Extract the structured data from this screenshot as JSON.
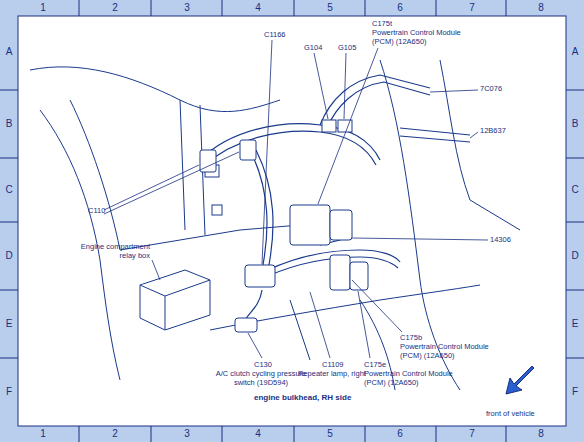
{
  "diagram": {
    "caption": "engine bulkhead, RH side",
    "labels": [
      "1",
      "2",
      "3",
      "4",
      "5",
      "6",
      "7",
      "8",
      "1",
      "2",
      "3",
      "4",
      "5",
      "6",
      "7",
      "8",
      "A",
      "B",
      "C",
      "D",
      "E",
      "F",
      "A",
      "B",
      "C",
      "D",
      "E",
      "F",
      "C1166",
      "G104",
      "G105",
      "C175t",
      "Powertrain Control Module (PCM) (12A650)",
      "7C076",
      "12B637",
      "C110",
      "14306",
      "Engine compartment relay box",
      "C175b",
      "Powertrain Control Module (PCM) (12A650)",
      "C130",
      "A/C clutch cycling pressure switch (19D594)",
      "C1109",
      "Repeater lamp, right",
      "C175e",
      "Powertrain Control Module (PCM) (12A650)",
      "front of vehicle"
    ]
  }
}
